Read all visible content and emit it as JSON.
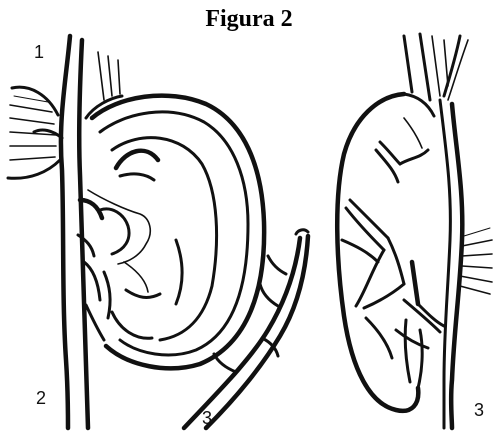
{
  "figure": {
    "title": "Figura 2",
    "labels": {
      "l1": "1",
      "l2": "2",
      "l3a": "3",
      "l3b": "3"
    }
  }
}
